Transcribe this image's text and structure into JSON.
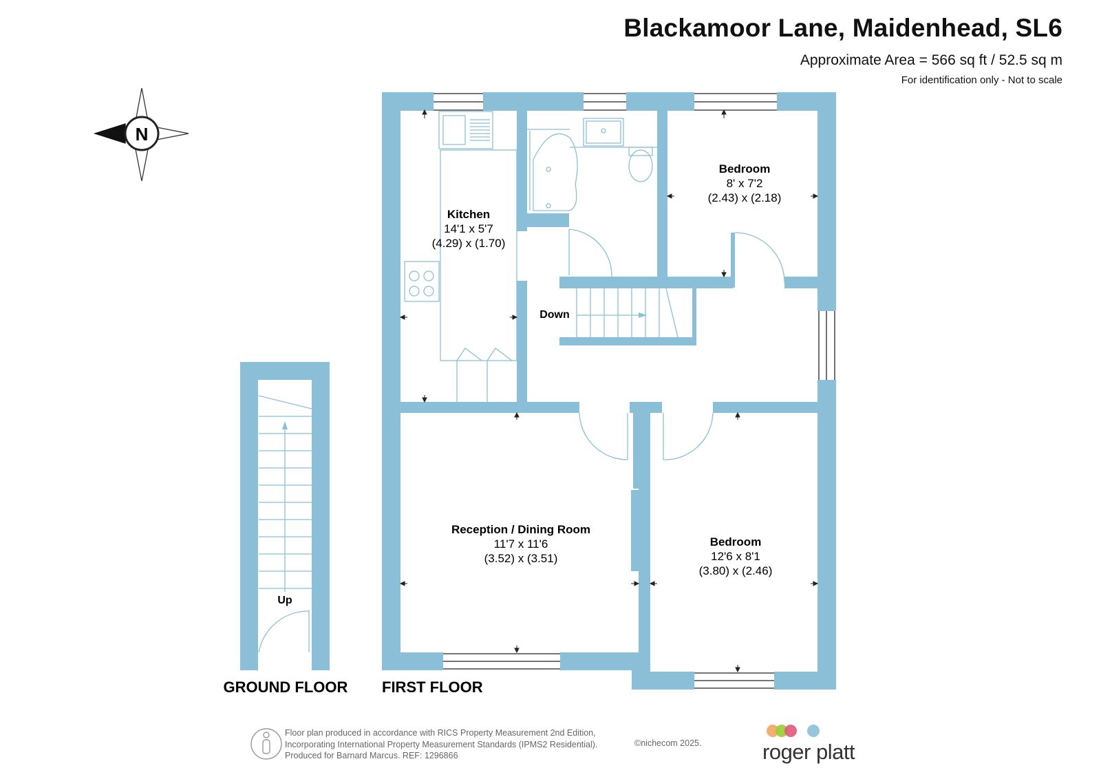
{
  "header": {
    "title": "Blackamoor Lane, Maidenhead, SL6",
    "area": "Approximate Area = 566 sq ft / 52.5 sq m",
    "note": "For identification only - Not to scale"
  },
  "compass": {
    "letter": "N",
    "icon": "compass-icon"
  },
  "colors": {
    "wall": "#8bbfd8",
    "fixture": "#8bbfd8",
    "text": "#111111"
  },
  "floors": {
    "ground": {
      "label": "GROUND FLOOR",
      "stairs_label": "Up"
    },
    "first": {
      "label": "FIRST FLOOR",
      "stairs_label": "Down"
    }
  },
  "rooms": {
    "kitchen": {
      "name": "Kitchen",
      "imperial": "14'1 x 5'7",
      "metric": "(4.29) x (1.70)"
    },
    "bedroom_small": {
      "name": "Bedroom",
      "imperial": "8' x 7'2",
      "metric": "(2.43) x (2.18)"
    },
    "reception": {
      "name": "Reception / Dining Room",
      "imperial": "11'7 x 11'6",
      "metric": "(3.52) x (3.51)"
    },
    "bedroom_large": {
      "name": "Bedroom",
      "imperial": "12'6 x 8'1",
      "metric": "(3.80) x (2.46)"
    }
  },
  "footer": {
    "line1": "Floor plan produced in accordance with RICS Property Measurement 2nd Edition,",
    "line2": "Incorporating International Property Measurement Standards (IPMS2 Residential).",
    "line3": "Produced for Barnard Marcus.   REF: 1296866",
    "copyright": "©nichecom 2025.",
    "brand": "roger platt",
    "brand_dot_colors": [
      "#f4a460",
      "#9acd32",
      "#e05a7a",
      "#8bbfd8"
    ]
  }
}
